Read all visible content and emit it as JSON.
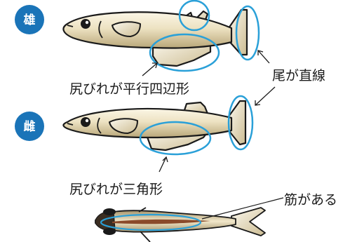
{
  "badges": {
    "male": "雄",
    "female": "雌"
  },
  "labels": {
    "male_anal_fin": "尻びれが平行四辺形",
    "tail_straight": "尾が直線",
    "female_anal_fin": "尻びれが三角形",
    "has_stripe": "筋がある"
  },
  "colors": {
    "badge_blue": "#1a74b8",
    "highlight_ring": "#2aa0d8",
    "fish_body": "#c9b98c",
    "outline": "#1a1a1a"
  }
}
